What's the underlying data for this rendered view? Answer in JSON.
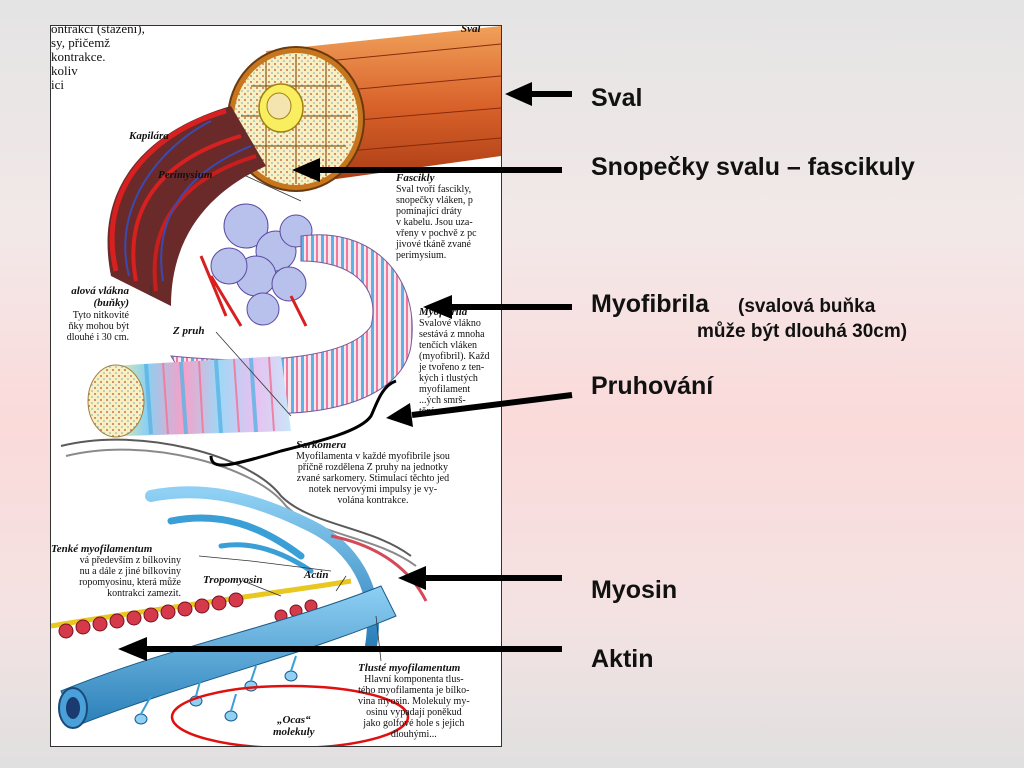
{
  "labels": {
    "sval": "Sval",
    "snopecky": "Snopečky svalu – fascikuly",
    "myofibrila": "Myofibrila",
    "myofibrila_note_1": "(svalová buňka",
    "myofibrila_note_2": "může být dlouhá 30cm)",
    "pruhovani": "Pruhování",
    "myosin": "Myosin",
    "aktin": "Aktin"
  },
  "figure": {
    "top_left_text": "ontrakci (stažení),\nsy, přičemž\nkontrakce.\nkoliv\nici",
    "sval_tag": "Sval",
    "kapilara": "Kapilára",
    "perimysium": "Perimysium",
    "fascikly_head": "Fascikly",
    "fascikly_text": "Sval tvoří fascikly,\nsnopečky vláken, p\npomínající dráty\nv kabelu. Jsou uza-\nvřeny v pochvě z pc\njivové tkáně zvané\nperimysium.",
    "svalova_head": "alová vlákna\n(buňky)",
    "svalova_text": "Tyto nitkovité\nňky mohou být\ndlouhé i 30 cm.",
    "z_prub": "Z pruh",
    "myofibrila_head": "Myofibrila",
    "myofibrila_text": "Svalové vlákno\nsestává z mnoha\ntenčích vláken\n(myofibril). Každ\nje tvořeno z ten-\nkých i tlustých\nmyofilament\n...ých smrš-\ntění.",
    "sarkomera_head": "Sarkomera",
    "sarkomera_text": "Myofilamenta v každé myofibrile jsou\npříčně rozdělena Z pruhy na jednotky\nzvané sarkomery. Stimulací těchto jed\nnotek nervovými impulsy je vy-\nvolána kontrakce.",
    "tenke_head": "Tenké myofilamentum",
    "tenke_text": "vá především z bílkoviny\nnu a dále z jiné bílkoviny\nropomyosinu, která může\nkontrakci zamezit.",
    "tropomyosin": "Tropomyosin",
    "actin": "Actin",
    "tluste_head": "Tlusté myofilamentum",
    "tluste_text": "Hlavní komponenta tlus-\ntého myofilamenta je bílko-\nvina myosin. Molekuly my-\nosinu vypadají poněkud\njako golfové hole s jejich\ndlouhými...",
    "ocas": "„Ocas“\nmolekuly"
  },
  "colors": {
    "arrow": "#000000",
    "highlight_ellipse": "#e01010",
    "muscle": "#d9622a",
    "fascicle": "#e8b84a",
    "capillary": "#c81e1e",
    "myofibril_stripe": "#4aa8e0",
    "myosin": "#3a9fd6",
    "actin_bead": "#d43a4a"
  }
}
